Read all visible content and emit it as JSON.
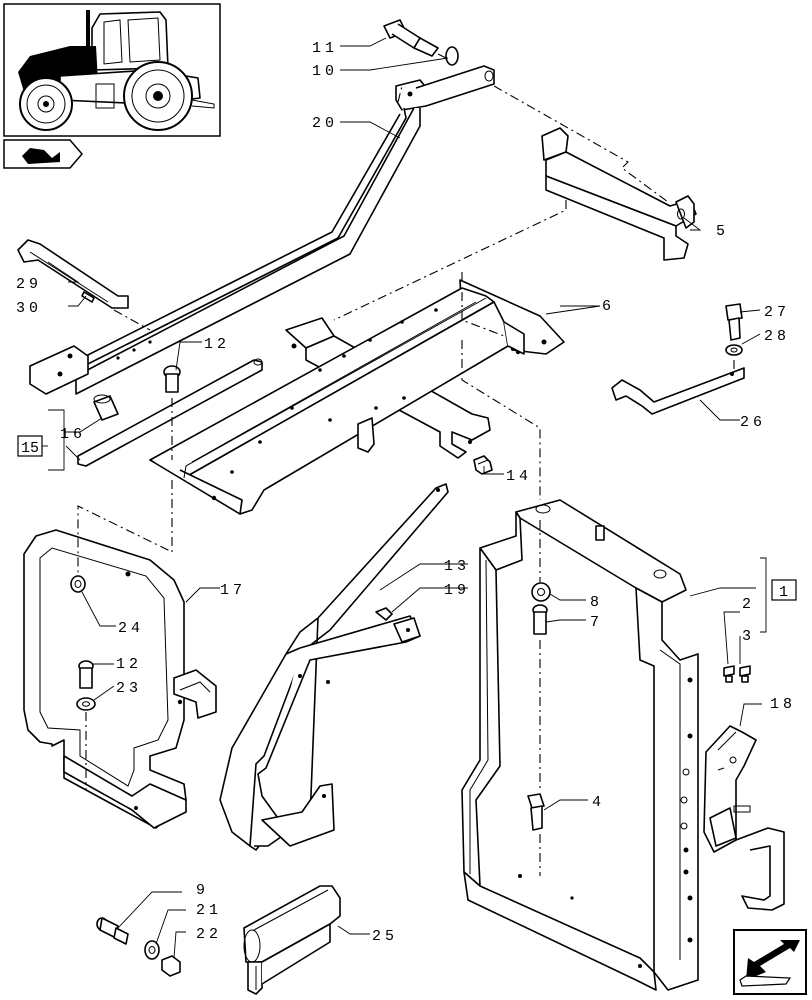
{
  "diagram": {
    "callouts": {
      "c11": "11",
      "c10": "10",
      "c20": "20",
      "c5": "5",
      "c29": "29",
      "c30": "30",
      "c6": "6",
      "c27": "27",
      "c28": "28",
      "c12a": "12",
      "c16": "16",
      "c15": "15",
      "c26": "26",
      "c14": "14",
      "c13": "13",
      "c19": "19",
      "c17": "17",
      "c24": "24",
      "c12b": "12",
      "c23": "23",
      "c8": "8",
      "c7": "7",
      "c1": "1",
      "c2": "2",
      "c3": "3",
      "c18": "18",
      "c4": "4",
      "c9": "9",
      "c21": "21",
      "c22": "22",
      "c25": "25"
    },
    "icons": {
      "thumbnail": "tractor-thumbnail-icon",
      "section": "section-marker-icon",
      "nav": "next-page-arrow-icon"
    }
  }
}
